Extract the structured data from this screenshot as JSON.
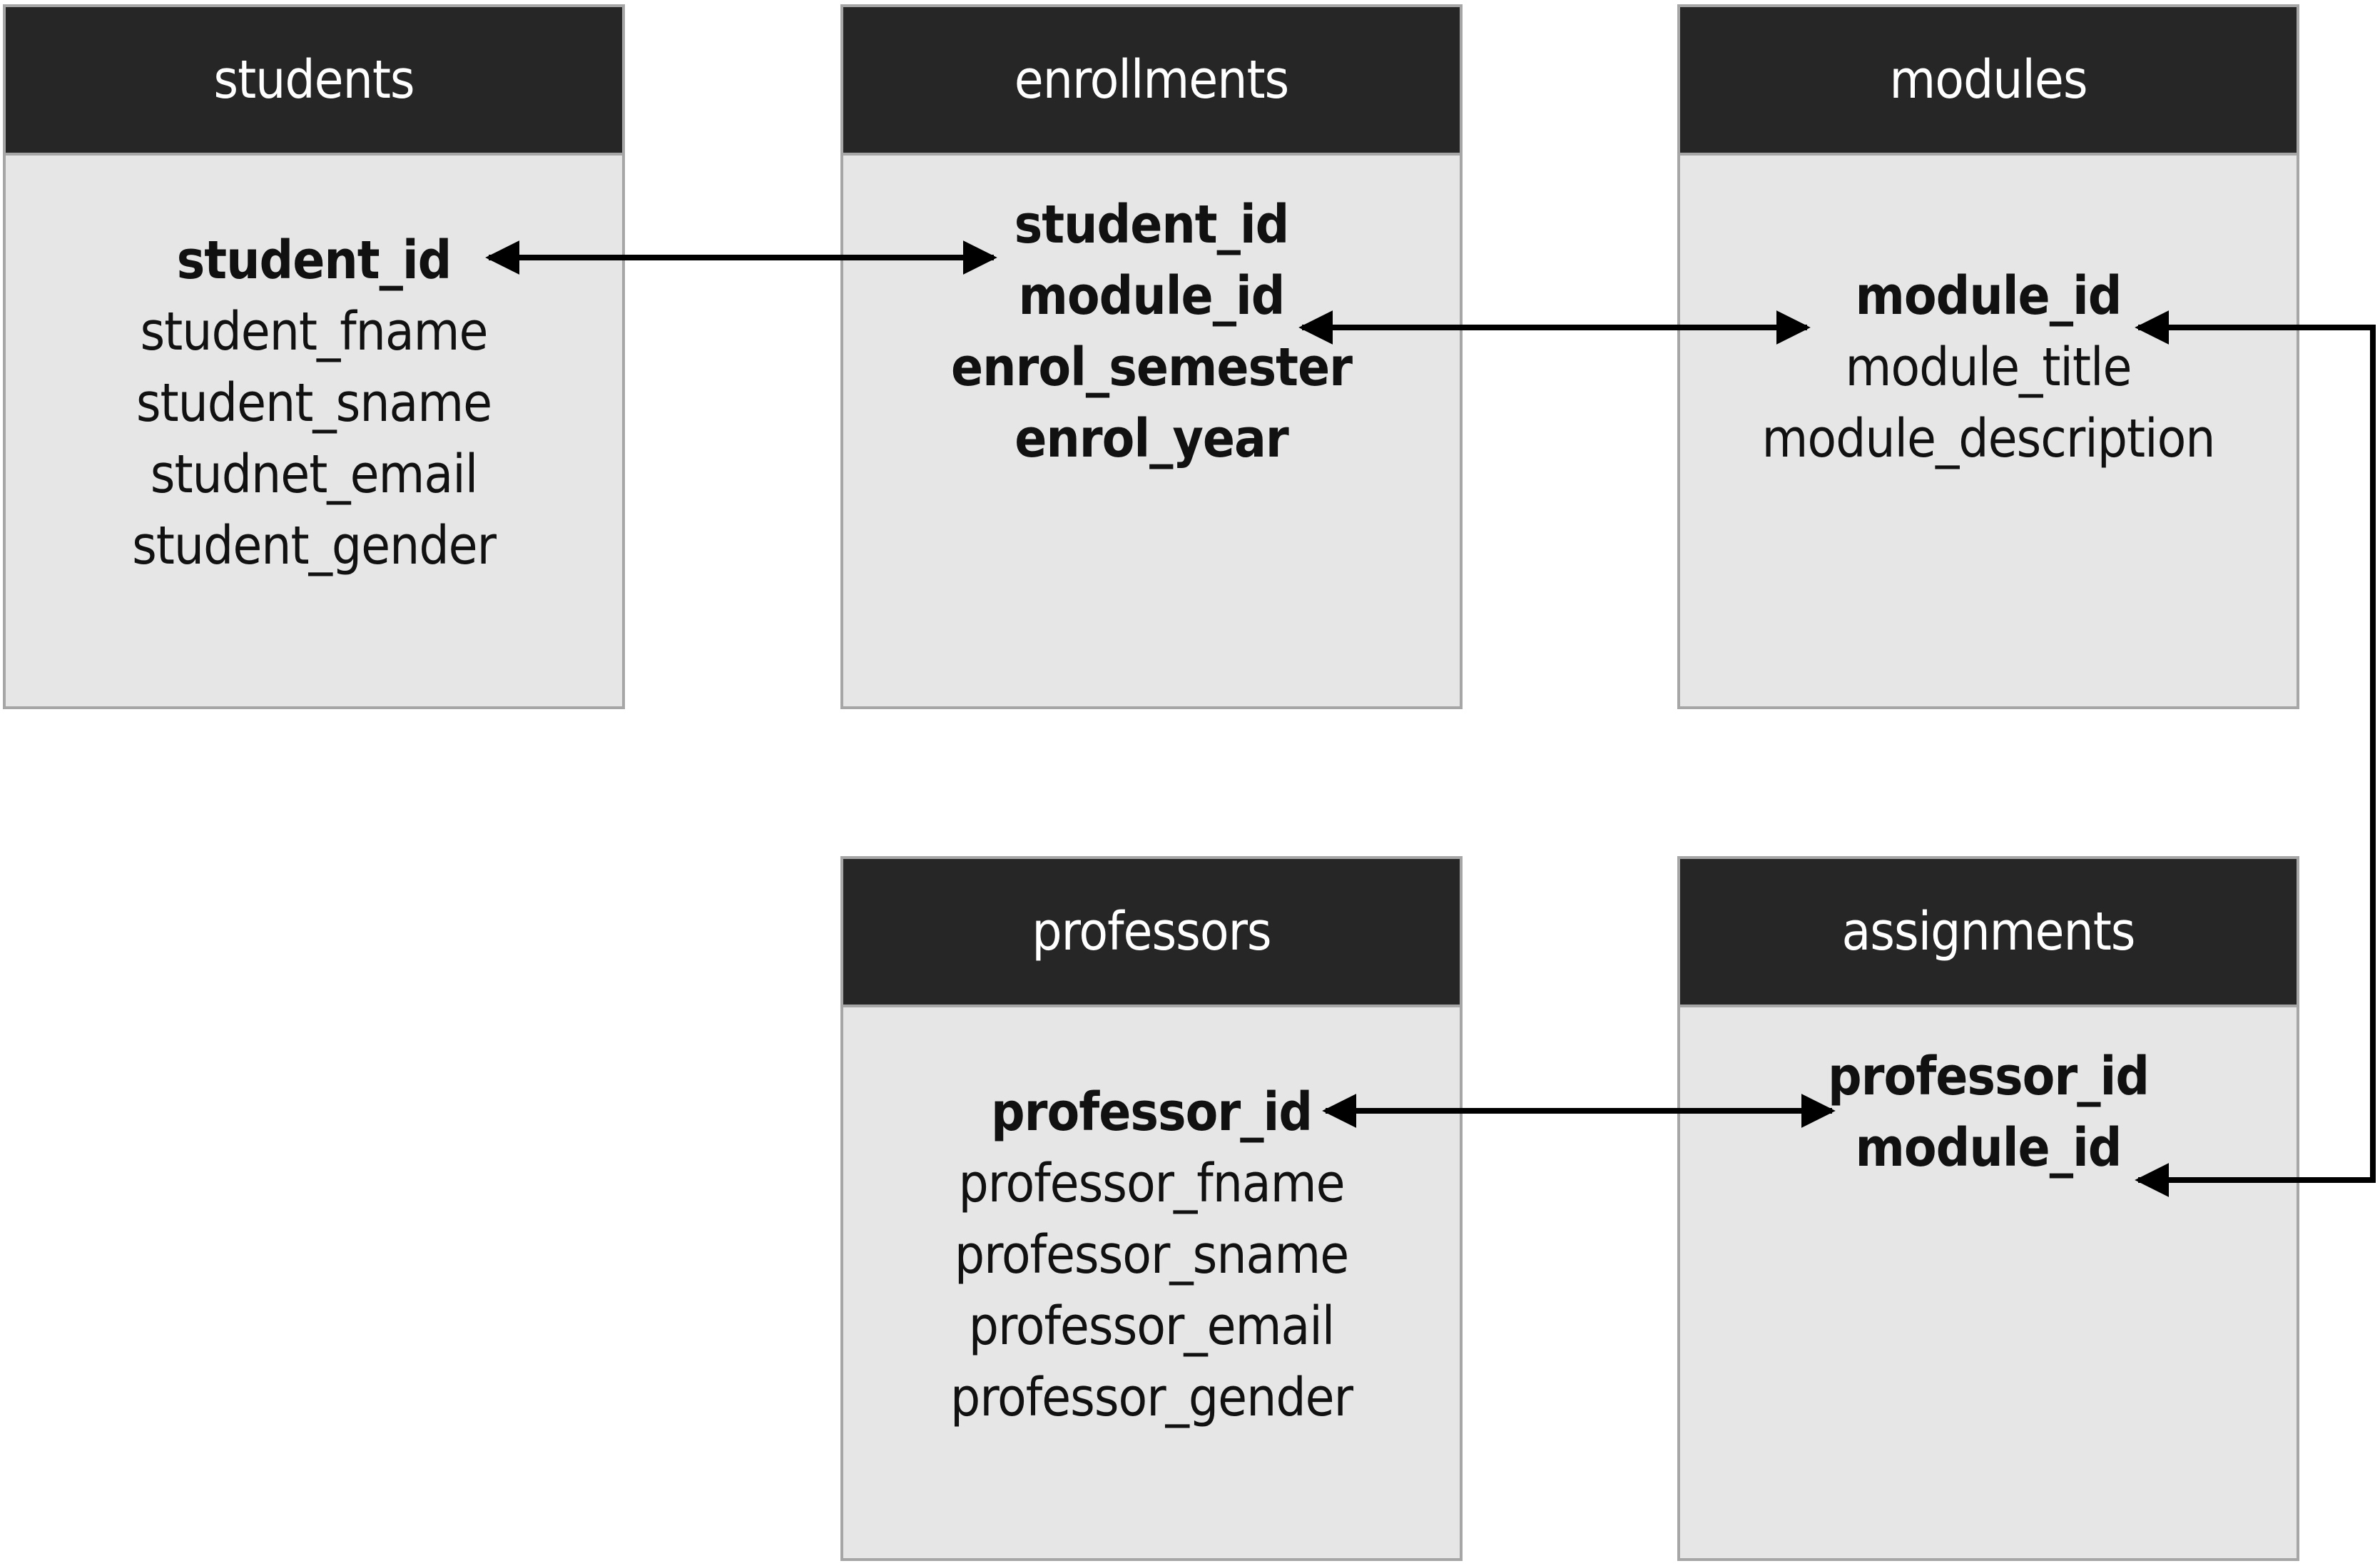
{
  "tables": {
    "students": {
      "name": "students",
      "fields": [
        {
          "label": "student_id",
          "key": true
        },
        {
          "label": "student_fname",
          "key": false
        },
        {
          "label": "student_sname",
          "key": false
        },
        {
          "label": "studnet_email",
          "key": false
        },
        {
          "label": "student_gender",
          "key": false
        }
      ]
    },
    "enrollments": {
      "name": "enrollments",
      "fields": [
        {
          "label": "student_id",
          "key": true
        },
        {
          "label": "module_id",
          "key": true
        },
        {
          "label": "enrol_semester",
          "key": true
        },
        {
          "label": "enrol_year",
          "key": true
        }
      ]
    },
    "modules": {
      "name": "modules",
      "fields": [
        {
          "label": "module_id",
          "key": true
        },
        {
          "label": "module_title",
          "key": false
        },
        {
          "label": "module_description",
          "key": false
        }
      ]
    },
    "professors": {
      "name": "professors",
      "fields": [
        {
          "label": "professor_id",
          "key": true
        },
        {
          "label": "professor_fname",
          "key": false
        },
        {
          "label": "professor_sname",
          "key": false
        },
        {
          "label": "professor_email",
          "key": false
        },
        {
          "label": "professor_gender",
          "key": false
        }
      ]
    },
    "assignments": {
      "name": "assignments",
      "fields": [
        {
          "label": "professor_id",
          "key": true
        },
        {
          "label": "module_id",
          "key": true
        }
      ]
    }
  },
  "relationships": [
    {
      "from": "students.student_id",
      "to": "enrollments.student_id",
      "arrows": "both"
    },
    {
      "from": "enrollments.module_id",
      "to": "modules.module_id",
      "arrows": "both"
    },
    {
      "from": "professors.professor_id",
      "to": "assignments.professor_id",
      "arrows": "both"
    },
    {
      "from": "modules.module_id",
      "to": "assignments.module_id",
      "arrows": "both"
    }
  ],
  "colors": {
    "header_bg": "#262626",
    "header_text": "#ffffff",
    "body_bg": "#e6e6e6",
    "border": "#a6a6a6",
    "connector": "#000000"
  }
}
